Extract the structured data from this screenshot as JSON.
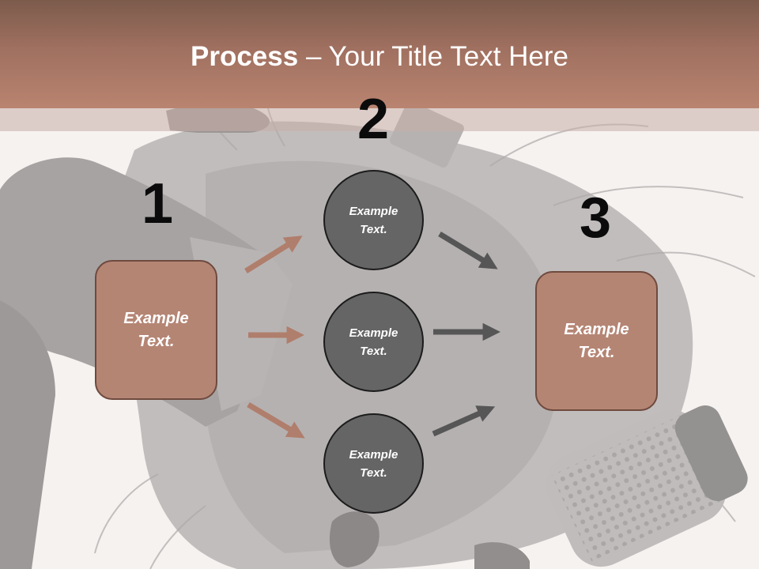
{
  "title": {
    "bold": "Process",
    "rest": " – Your Title Text Here"
  },
  "steps": [
    {
      "number": "1",
      "label": "Example Text."
    },
    {
      "number": "2",
      "label": "Example Text."
    },
    {
      "number": "3",
      "label": "Example Text."
    }
  ],
  "circles": [
    {
      "label": "Example Text."
    },
    {
      "label": "Example Text."
    },
    {
      "label": "Example Text."
    }
  ],
  "colors": {
    "header": "#a07060",
    "box_fill": "#b58574",
    "circle_fill": "#656565",
    "arrow_left": "#b07e6c",
    "arrow_right": "#565656"
  }
}
